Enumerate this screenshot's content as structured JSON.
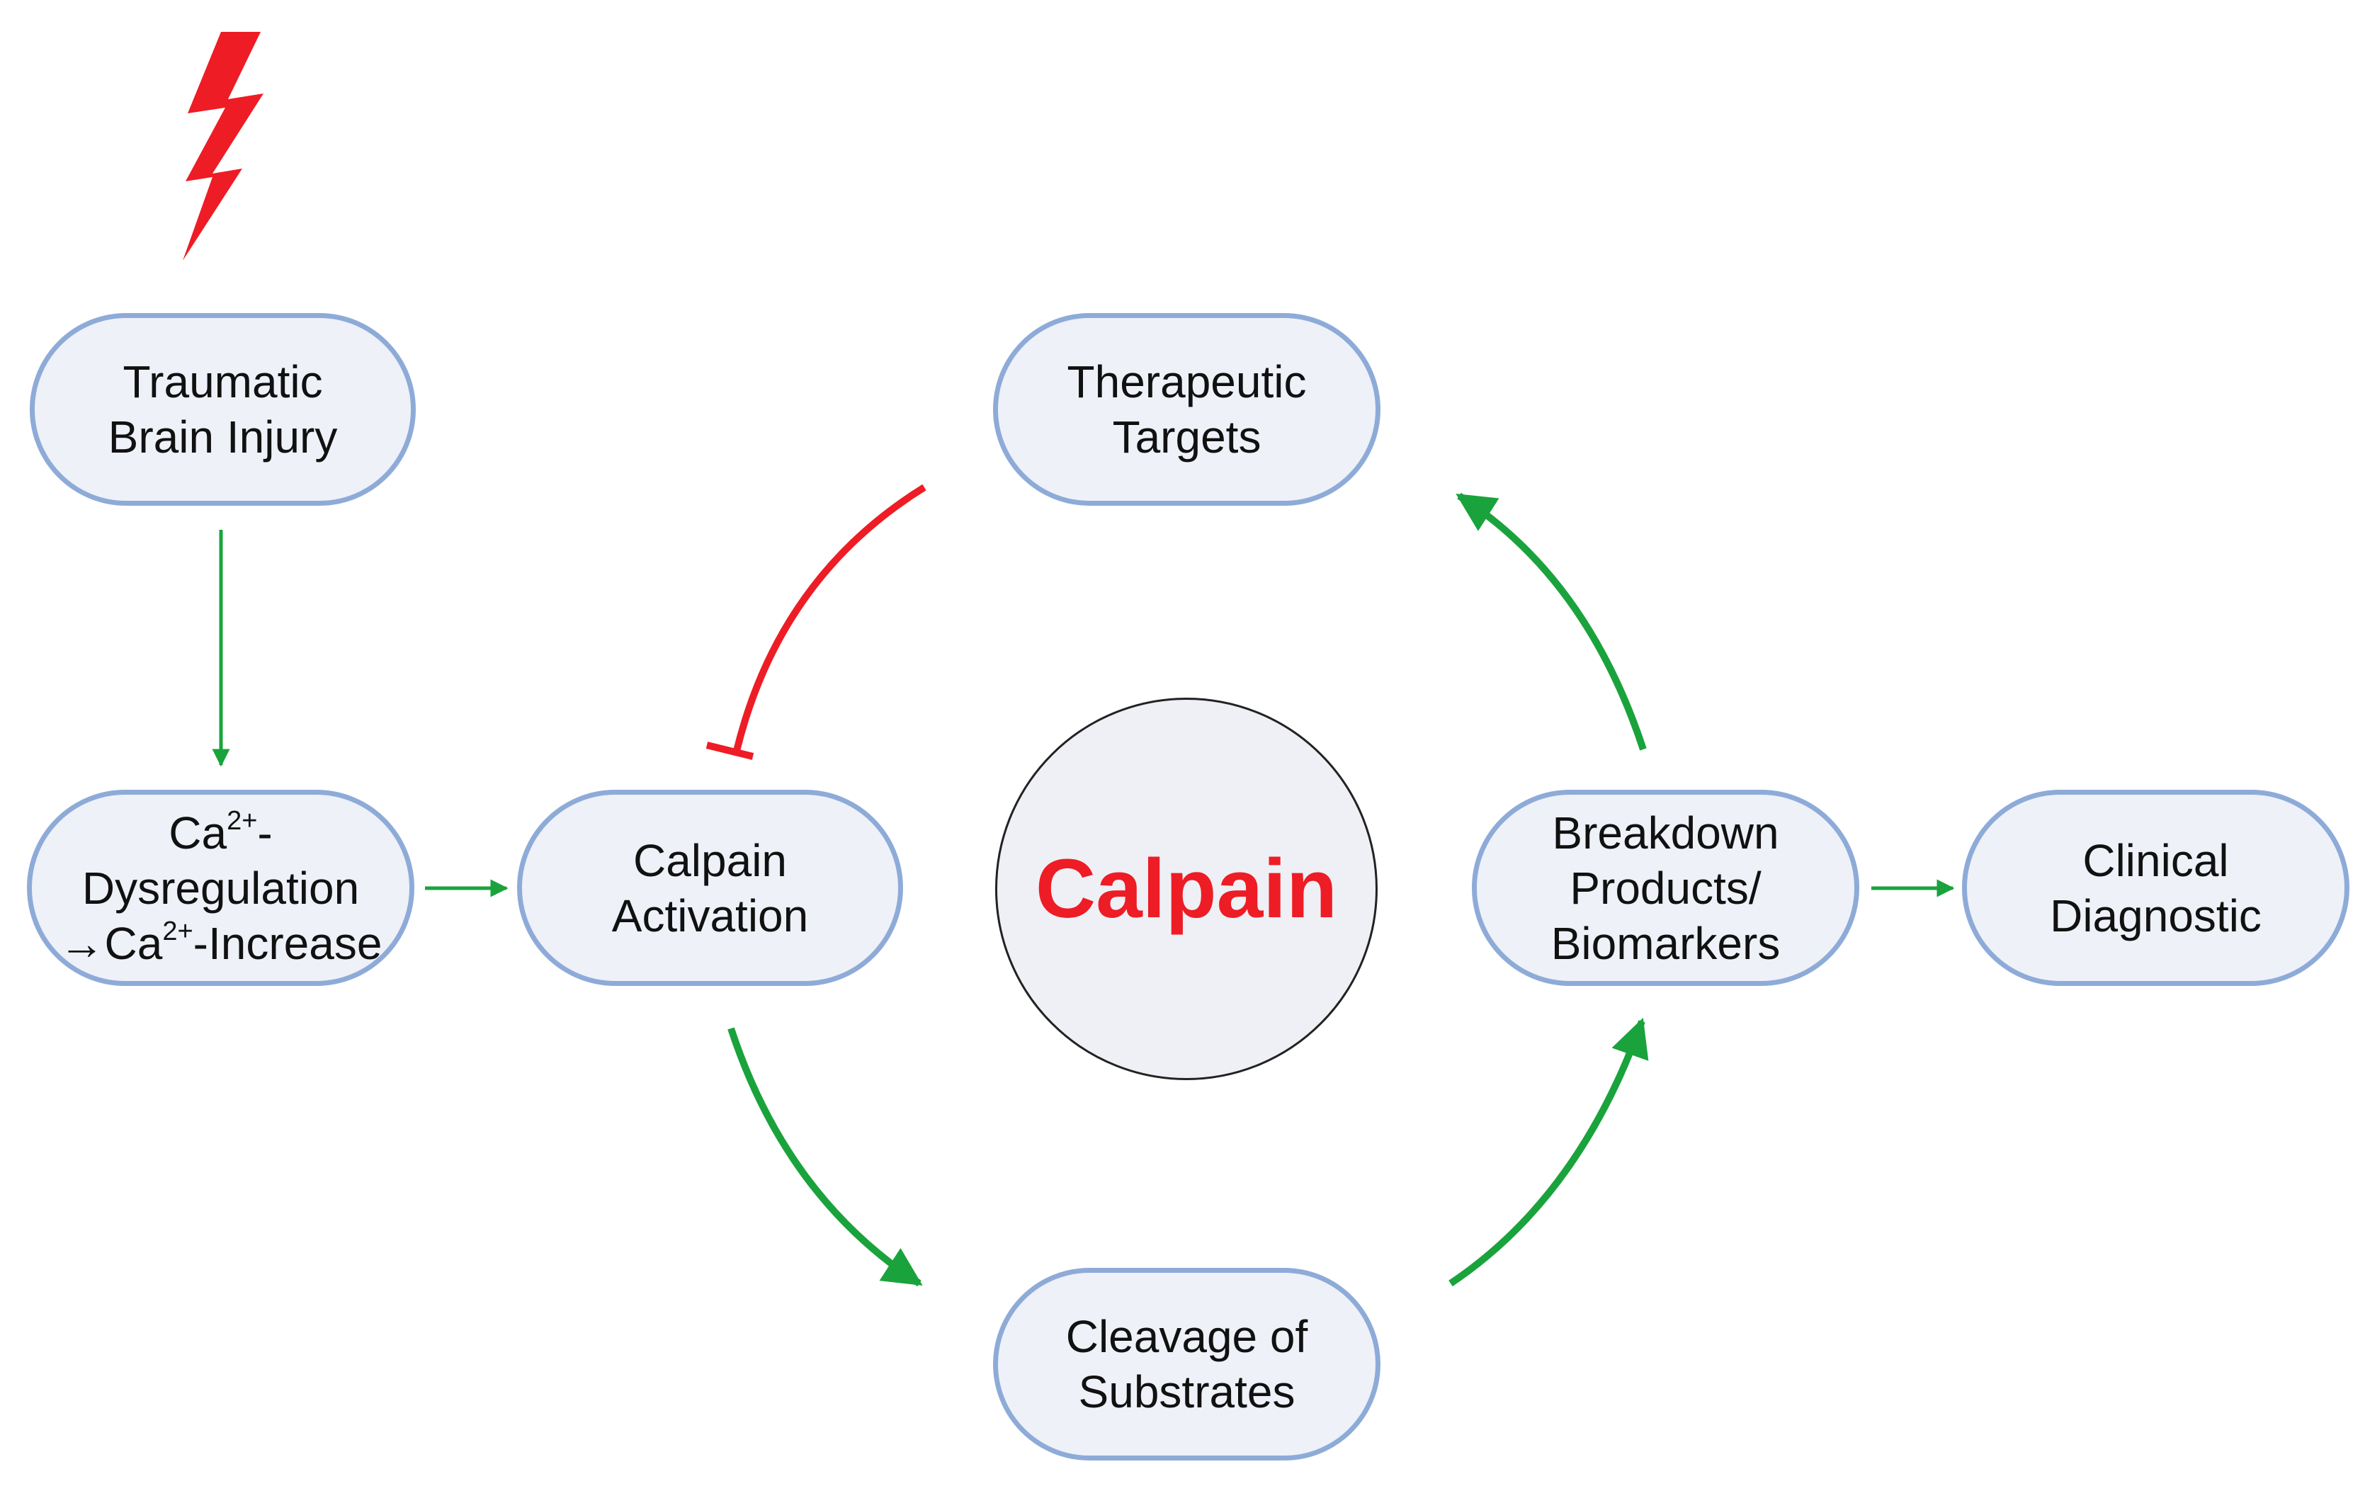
{
  "nodes": {
    "tbi": {
      "line1": "Traumatic",
      "line2": "Brain Injury"
    },
    "ca": {
      "line1_pre": "Ca",
      "line1_sup": "2+",
      "line1_post": "-",
      "line2": "Dysregulation",
      "line3_pre": "→Ca",
      "line3_sup": "2+",
      "line3_post": "-Increase"
    },
    "activation": {
      "line1": "Calpain",
      "line2": "Activation"
    },
    "therapeutic": {
      "line1": "Therapeutic",
      "line2": "Targets"
    },
    "cleavage": {
      "line1": "Cleavage of",
      "line2": "Substrates"
    },
    "breakdown": {
      "line1": "Breakdown",
      "line2": "Products/",
      "line3": "Biomarkers"
    },
    "clinical": {
      "line1": "Clinical",
      "line2": "Diagnostic"
    }
  },
  "center": {
    "label": "Calpain"
  },
  "colors": {
    "node_fill": "#eef1f8",
    "node_border": "#8eabd8",
    "activation_arrow": "#1aa33c",
    "inhibition_arrow": "#ee1c25",
    "center_text": "#ee1c25",
    "lightning": "#ee1c25"
  },
  "icons": {
    "injury": "lightning-bolt-icon"
  }
}
